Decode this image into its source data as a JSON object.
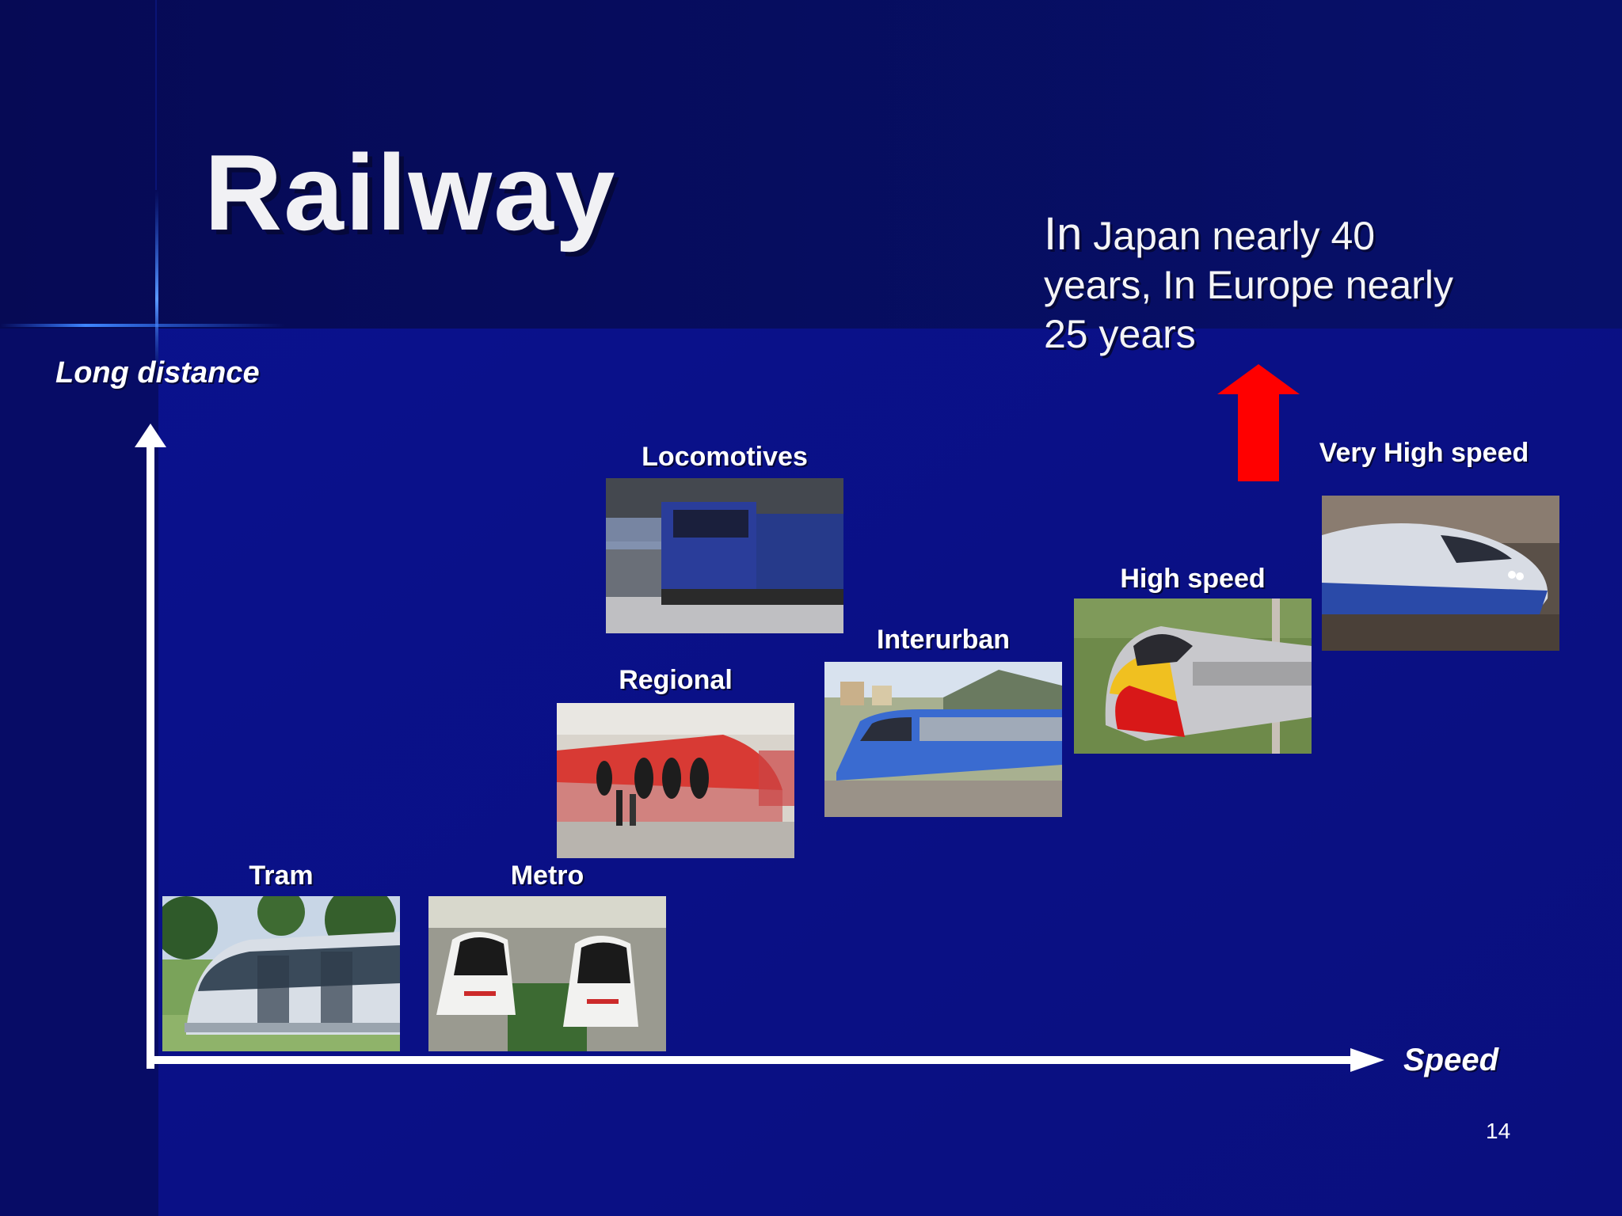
{
  "slide": {
    "title": "Railway",
    "note_lead": "In",
    "note_rest": " Japan nearly 40 years, In Europe nearly 25 years",
    "page_number": "14"
  },
  "axes": {
    "y_label": "Long distance",
    "x_label": "Speed"
  },
  "categories": [
    {
      "label": "Tram",
      "icon": "tram-photo"
    },
    {
      "label": "Metro",
      "icon": "metro-photo"
    },
    {
      "label": "Regional",
      "icon": "regional-train-photo"
    },
    {
      "label": "Locomotives",
      "icon": "locomotive-photo"
    },
    {
      "label": "Interurban",
      "icon": "interurban-train-photo"
    },
    {
      "label": "High speed",
      "icon": "high-speed-train-photo"
    },
    {
      "label": "Very High speed",
      "icon": "very-high-speed-train-photo"
    }
  ],
  "colors": {
    "background": "#0a0f82",
    "header_band": "#060b5e",
    "arrow_red": "#ff0000",
    "axis_white": "#ffffff"
  }
}
